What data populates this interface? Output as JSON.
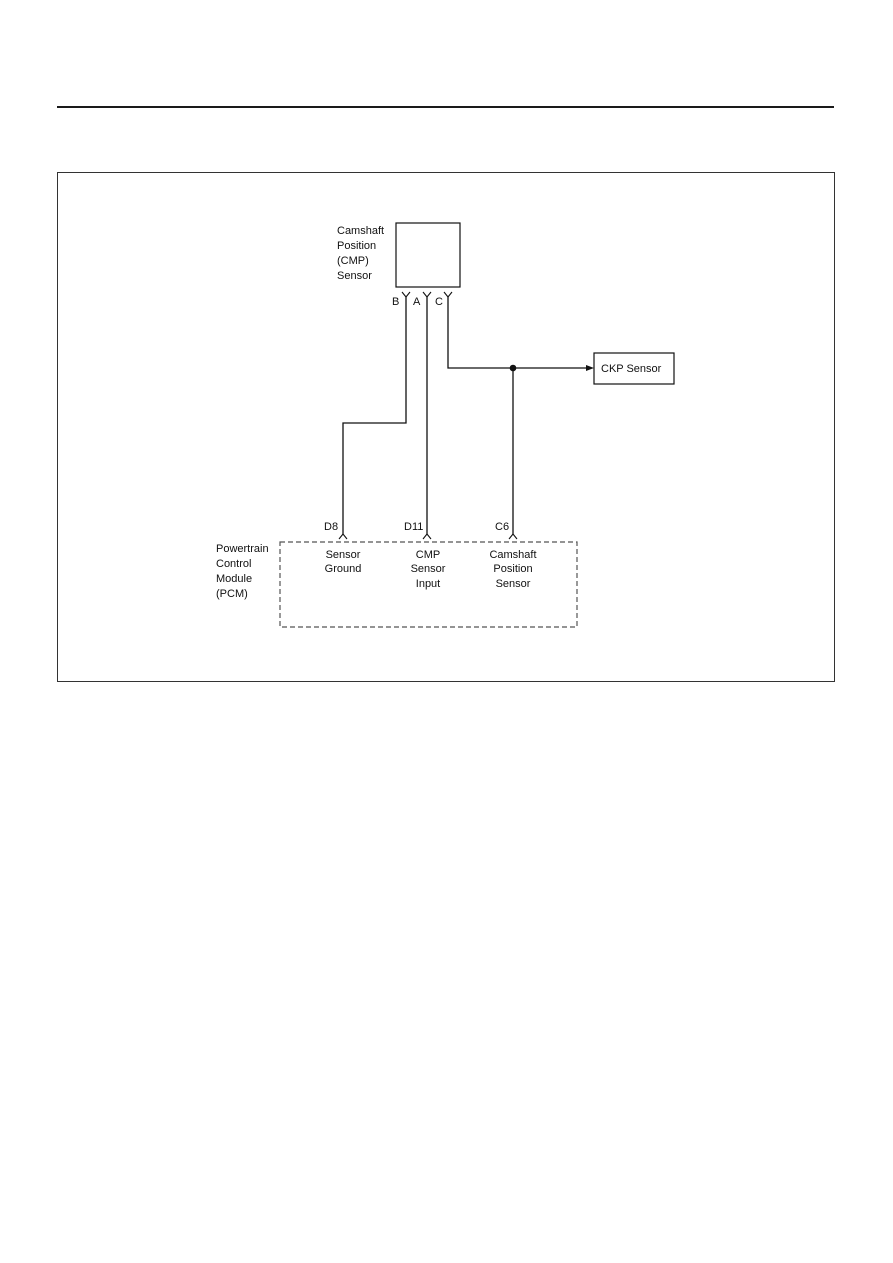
{
  "cmp_sensor": {
    "label_lines": [
      "Camshaft",
      "Position",
      "(CMP)",
      "Sensor"
    ],
    "pins": [
      "B",
      "A",
      "C"
    ]
  },
  "ckp_sensor": {
    "label": "CKP Sensor"
  },
  "pcm": {
    "label_lines": [
      "Powertrain",
      "Control",
      "Module",
      "(PCM)"
    ],
    "pins": [
      "D8",
      "D11",
      "C6"
    ],
    "circuits": [
      [
        "Sensor",
        "Ground"
      ],
      [
        "CMP",
        "Sensor",
        "Input"
      ],
      [
        "Camshaft",
        "Position",
        "Sensor"
      ]
    ]
  },
  "colors": {
    "line": "#111111",
    "frame": "#333333",
    "pcm_dash": "#555555"
  }
}
